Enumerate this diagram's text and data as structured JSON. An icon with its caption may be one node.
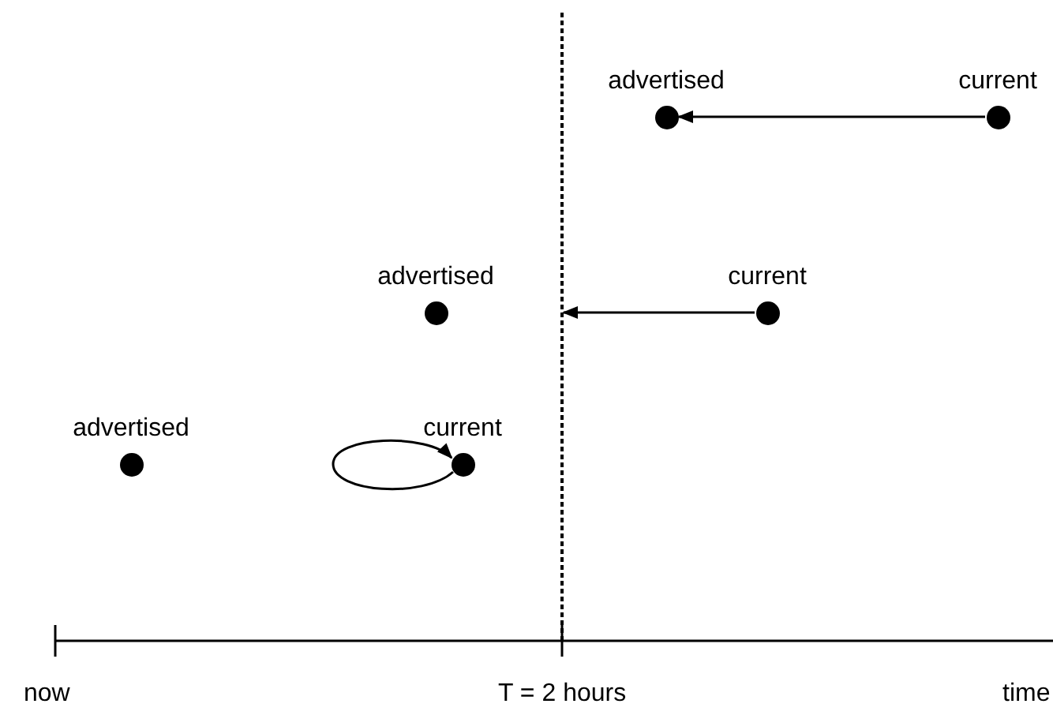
{
  "diagram": {
    "nodes": [
      {
        "text": [
          "advertised"
        ]
      },
      {
        "text": [
          "current"
        ]
      },
      {
        "text": [
          "advertised"
        ]
      },
      {
        "text": [
          "current"
        ]
      },
      {
        "text": [
          "advertised"
        ]
      },
      {
        "text": [
          "current"
        ]
      },
      {
        "text": [],
        "shape": "line"
      }
    ],
    "edges": [
      {
        "from": 1,
        "to": 0,
        "arrow": "to"
      },
      {
        "from": 3,
        "to": 6,
        "arrow": "to"
      },
      {
        "from": 5,
        "to": 5,
        "arrow": "to"
      }
    ],
    "labels": [
      "now",
      "T = 2 hours",
      "time"
    ]
  }
}
